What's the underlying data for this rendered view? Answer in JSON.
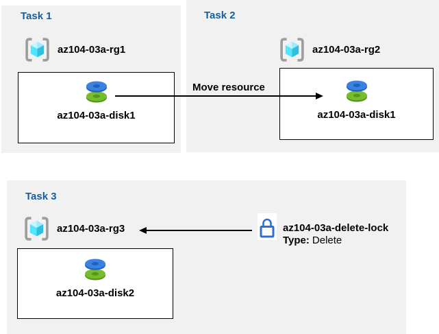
{
  "colors": {
    "task-title": "#175d9c",
    "panel-bg": "#f1f1f1",
    "arrow": "#000000",
    "lock-blue": "#2e6fd3",
    "disk-blue": "#3b82de",
    "disk-blue-dark": "#1e5fc0",
    "disk-green": "#76bc2d",
    "disk-green-dark": "#55961c",
    "cube-light": "#c9f3fd",
    "cube-mid": "#9cebff",
    "cube-bright": "#50e6ff",
    "cube-dark": "#32bedd",
    "bracket-gray": "#9d9d9d"
  },
  "tasks": [
    {
      "title": "Task 1",
      "resource_group": "az104-03a-rg1",
      "resource": "az104-03a-disk1"
    },
    {
      "title": "Task 2",
      "resource_group": "az104-03a-rg2",
      "resource": "az104-03a-disk1"
    },
    {
      "title": "Task 3",
      "resource_group": "az104-03a-rg3",
      "resource": "az104-03a-disk2"
    }
  ],
  "move_arrow": {
    "label": "Move resource"
  },
  "lock": {
    "name": "az104-03a-delete-lock",
    "type_label": "Type:",
    "type_value": "Delete"
  }
}
